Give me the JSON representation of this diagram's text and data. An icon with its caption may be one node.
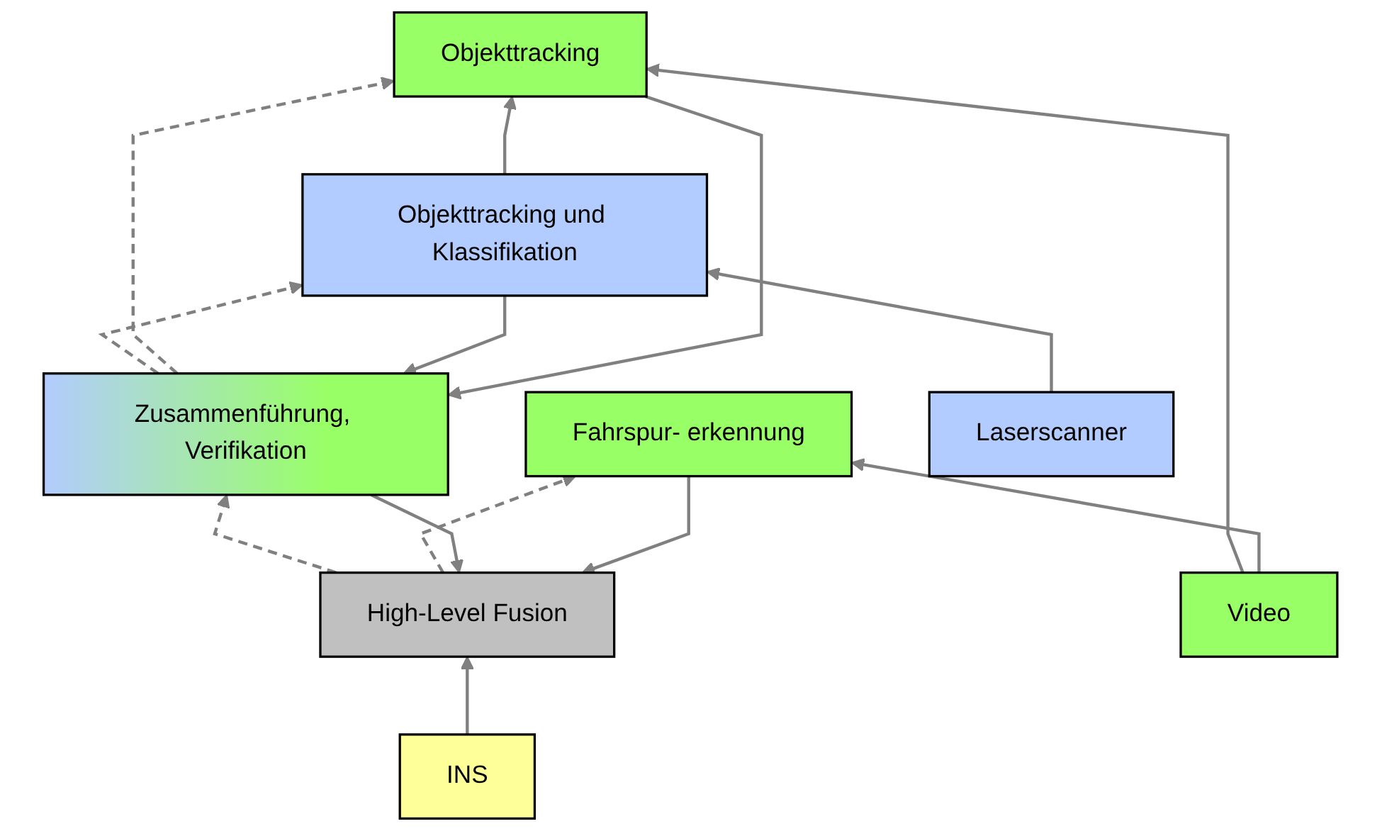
{
  "diagram": {
    "nodes": [
      {
        "text": [
          "High-Level Fusion"
        ]
      },
      {
        "text": [
          "Zusammenführung, Verifikation"
        ]
      },
      {
        "text": [
          "Fahrspur- erkennung"
        ]
      },
      {
        "text": [
          "Objekttracking und Klassifikation"
        ]
      },
      {
        "text": [
          "Objekttracking"
        ]
      },
      {
        "text": [
          "INS"
        ]
      },
      {
        "text": [
          "Laserscanner"
        ]
      },
      {
        "text": [
          "Video"
        ]
      }
    ],
    "edges": [
      {
        "from": 5,
        "to": 0,
        "arrow": "to"
      },
      {
        "from": 1,
        "to": 0,
        "arrow": "to"
      },
      {
        "from": 0,
        "to": 1,
        "arrow": "to",
        "style": "dashed"
      },
      {
        "from": 2,
        "to": 0,
        "arrow": "to"
      },
      {
        "from": 0,
        "to": 2,
        "arrow": "to",
        "style": "dashed"
      },
      {
        "from": 3,
        "to": 1,
        "arrow": "to"
      },
      {
        "from": 1,
        "to": 3,
        "arrow": "to",
        "style": "dashed"
      },
      {
        "from": 4,
        "to": 1,
        "arrow": "to"
      },
      {
        "from": 1,
        "to": 4,
        "arrow": "to",
        "style": "dashed"
      },
      {
        "from": 3,
        "to": 4,
        "arrow": "to"
      },
      {
        "from": 6,
        "to": 3,
        "arrow": "to"
      },
      {
        "from": 7,
        "to": 4,
        "arrow": "to"
      },
      {
        "from": 7,
        "to": 2,
        "arrow": "to"
      }
    ]
  }
}
